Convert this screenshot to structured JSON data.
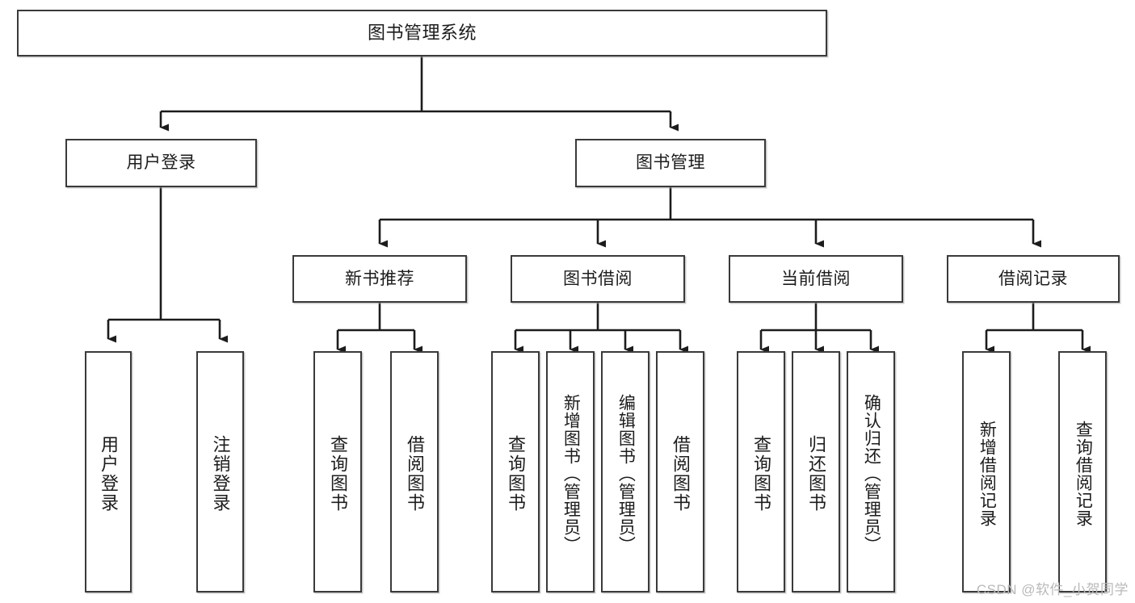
{
  "diagram": {
    "title": "图书管理系统",
    "type": "tree-hierarchy",
    "watermark": "CSDN @软件_小贺同学",
    "colors": {
      "box_border": "#3a3a3a",
      "box_fill": "#ffffff",
      "edge": "#1c1c1c",
      "text": "#1c1c1c",
      "watermark": "#b9b9b9"
    },
    "levels": [
      {
        "level": 1,
        "nodes": [
          {
            "id": "root",
            "label": "图书管理系统",
            "orientation": "horizontal"
          }
        ]
      },
      {
        "level": 2,
        "nodes": [
          {
            "id": "login",
            "label": "用户登录",
            "orientation": "horizontal",
            "parent": "root"
          },
          {
            "id": "bookmgmt",
            "label": "图书管理",
            "orientation": "horizontal",
            "parent": "root"
          }
        ]
      },
      {
        "level": 3,
        "nodes": [
          {
            "id": "newbook",
            "label": "新书推荐",
            "orientation": "horizontal",
            "parent": "bookmgmt"
          },
          {
            "id": "borrow",
            "label": "图书借阅",
            "orientation": "horizontal",
            "parent": "bookmgmt"
          },
          {
            "id": "current",
            "label": "当前借阅",
            "orientation": "horizontal",
            "parent": "bookmgmt"
          },
          {
            "id": "records",
            "label": "借阅记录",
            "orientation": "horizontal",
            "parent": "bookmgmt"
          }
        ]
      },
      {
        "level": 4,
        "nodes": [
          {
            "id": "leaf-user-login",
            "label": "用户登录",
            "orientation": "vertical",
            "parent": "login"
          },
          {
            "id": "leaf-user-logout",
            "label": "注销登录",
            "orientation": "vertical",
            "parent": "login"
          },
          {
            "id": "leaf-new-query",
            "label": "查询图书",
            "orientation": "vertical",
            "parent": "newbook"
          },
          {
            "id": "leaf-new-borrow",
            "label": "借阅图书",
            "orientation": "vertical",
            "parent": "newbook"
          },
          {
            "id": "leaf-borrow-query",
            "label": "查询图书",
            "orientation": "vertical",
            "parent": "borrow"
          },
          {
            "id": "leaf-borrow-add",
            "label": "新增图书（管理员）",
            "orientation": "vertical",
            "parent": "borrow"
          },
          {
            "id": "leaf-borrow-edit",
            "label": "编辑图书（管理员）",
            "orientation": "vertical",
            "parent": "borrow"
          },
          {
            "id": "leaf-borrow-lend",
            "label": "借阅图书",
            "orientation": "vertical",
            "parent": "borrow"
          },
          {
            "id": "leaf-current-query",
            "label": "查询图书",
            "orientation": "vertical",
            "parent": "current"
          },
          {
            "id": "leaf-current-return",
            "label": "归还图书",
            "orientation": "vertical",
            "parent": "current"
          },
          {
            "id": "leaf-current-confirm",
            "label": "确认归还（管理员）",
            "orientation": "vertical",
            "parent": "current"
          },
          {
            "id": "leaf-record-add",
            "label": "新增借阅记录",
            "orientation": "vertical",
            "parent": "records"
          },
          {
            "id": "leaf-record-query",
            "label": "查询借阅记录",
            "orientation": "vertical",
            "parent": "records"
          }
        ]
      }
    ]
  }
}
